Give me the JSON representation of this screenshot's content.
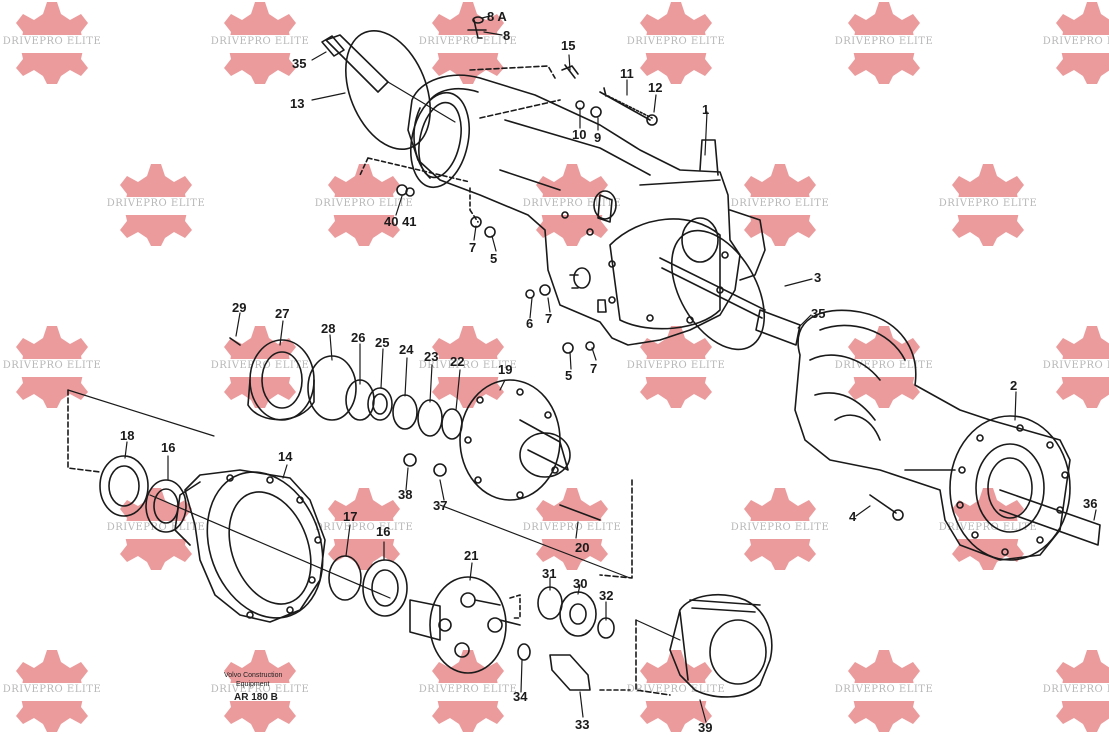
{
  "watermark": {
    "text": "DRIVEPRO ELITE",
    "gear_color": "#e57f80",
    "text_color": "#b8b8b8"
  },
  "diagram": {
    "line_color": "#1a1a1a",
    "callouts": [
      "1",
      "2",
      "3",
      "4",
      "5",
      "5",
      "6",
      "7",
      "7",
      "7",
      "8",
      "8 A",
      "9",
      "10",
      "11",
      "12",
      "13",
      "14",
      "15",
      "16",
      "16",
      "17",
      "18",
      "19",
      "20",
      "21",
      "22",
      "23",
      "24",
      "25",
      "26",
      "27",
      "28",
      "29",
      "30",
      "31",
      "32",
      "33",
      "34",
      "35",
      "35",
      "36",
      "37",
      "38",
      "39",
      "40 41"
    ]
  },
  "caption": {
    "line1": "Volvo Construction",
    "line2": "Equipment",
    "model": "AR 180 B"
  }
}
